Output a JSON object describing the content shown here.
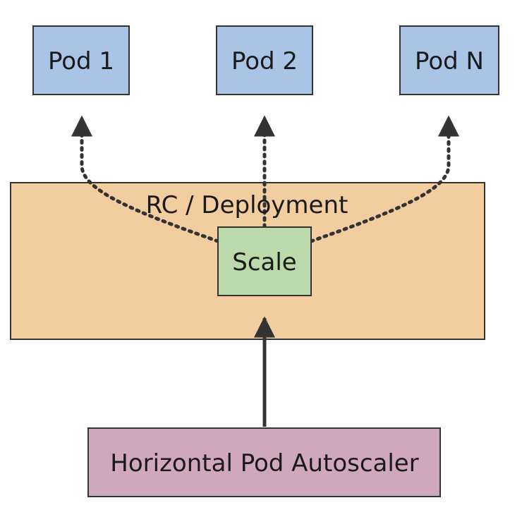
{
  "diagram": {
    "group": {
      "label": "RC / Deployment",
      "fill": "#f2cda0"
    },
    "nodes": {
      "pod1": {
        "label": "Pod 1",
        "fill": "#a9c4e4"
      },
      "pod2": {
        "label": "Pod 2",
        "fill": "#a9c4e4"
      },
      "podN": {
        "label": "Pod N",
        "fill": "#a9c4e4"
      },
      "scale": {
        "label": "Scale",
        "fill": "#bcd9ac"
      },
      "hpa": {
        "label": "Horizontal Pod Autoscaler",
        "fill": "#d0a8bd"
      }
    },
    "edges": [
      {
        "from": "scale",
        "to": "pod1",
        "style": "dotted"
      },
      {
        "from": "scale",
        "to": "pod2",
        "style": "dotted"
      },
      {
        "from": "scale",
        "to": "podN",
        "style": "dotted"
      },
      {
        "from": "hpa",
        "to": "scale",
        "style": "solid"
      }
    ],
    "stroke": "#333333"
  }
}
